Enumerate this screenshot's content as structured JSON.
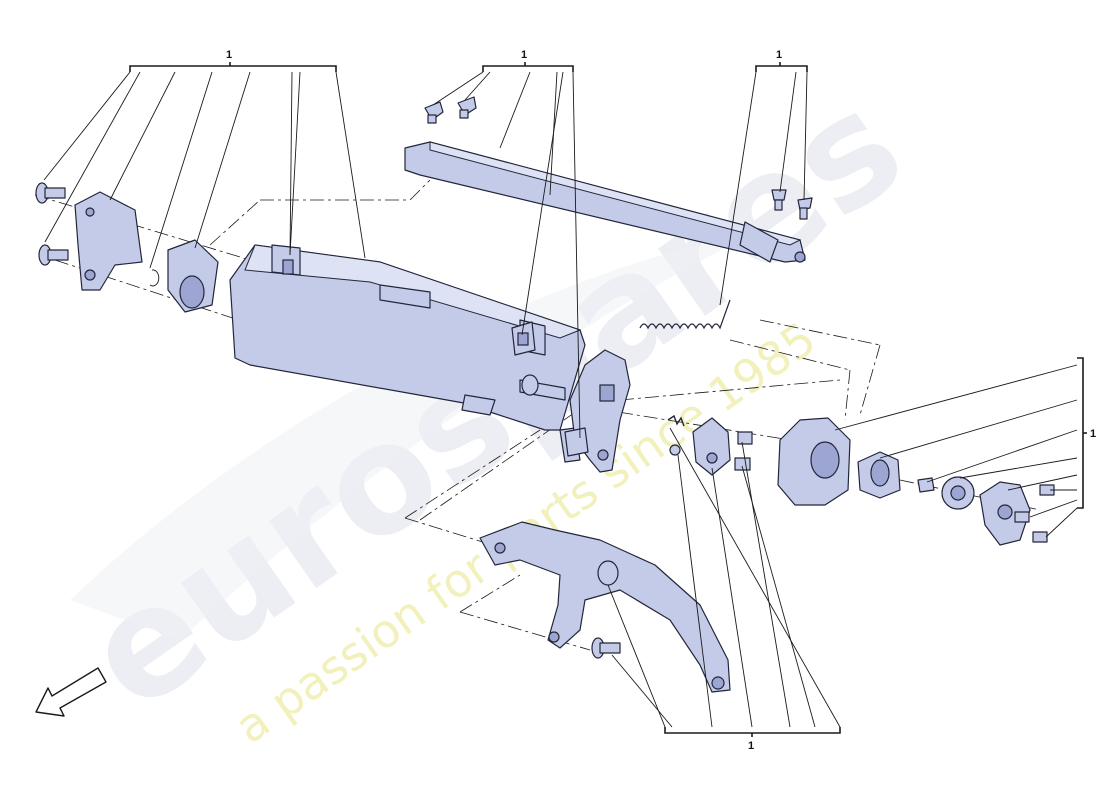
{
  "callouts": {
    "top_left": "1",
    "top_middle": "1",
    "top_right": "1",
    "right": "1",
    "bottom": "1"
  },
  "watermark": {
    "brand": "eurospares",
    "tagline": "a passion for parts since 1985"
  },
  "direction_arrow": "arrow-icon",
  "colors": {
    "part_fill": "#c4cbe9",
    "outline": "#23263a",
    "watermark_tagline": "#f1efb4",
    "watermark_brand": "#e6e9ef"
  }
}
